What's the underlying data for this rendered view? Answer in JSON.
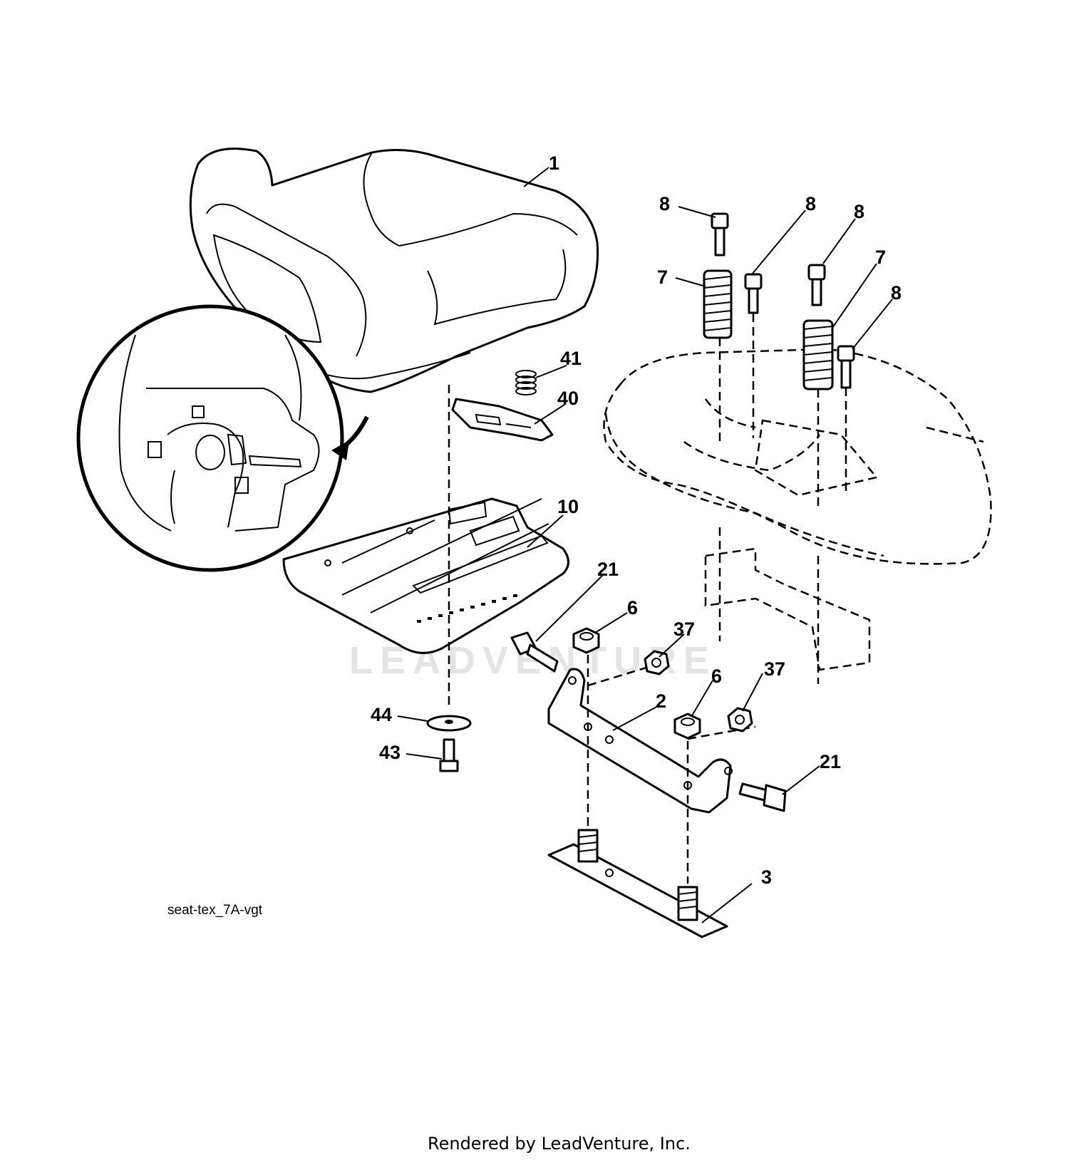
{
  "diagram": {
    "callouts": [
      {
        "id": "c1",
        "text": "1"
      },
      {
        "id": "c8a",
        "text": "8"
      },
      {
        "id": "c8b",
        "text": "8"
      },
      {
        "id": "c8c",
        "text": "8"
      },
      {
        "id": "c7a",
        "text": "7"
      },
      {
        "id": "c7b",
        "text": "7"
      },
      {
        "id": "c8d",
        "text": "8"
      },
      {
        "id": "c41",
        "text": "41"
      },
      {
        "id": "c40",
        "text": "40"
      },
      {
        "id": "c10",
        "text": "10"
      },
      {
        "id": "c21a",
        "text": "21"
      },
      {
        "id": "c6a",
        "text": "6"
      },
      {
        "id": "c37a",
        "text": "37"
      },
      {
        "id": "c6b",
        "text": "6"
      },
      {
        "id": "c37b",
        "text": "37"
      },
      {
        "id": "c2",
        "text": "2"
      },
      {
        "id": "c44",
        "text": "44"
      },
      {
        "id": "c43",
        "text": "43"
      },
      {
        "id": "c21b",
        "text": "21"
      },
      {
        "id": "c3",
        "text": "3"
      }
    ],
    "caption": "seat-tex_7A-vgt",
    "watermark": "LEADVENTURE",
    "footer": "Rendered by LeadVenture, Inc."
  }
}
